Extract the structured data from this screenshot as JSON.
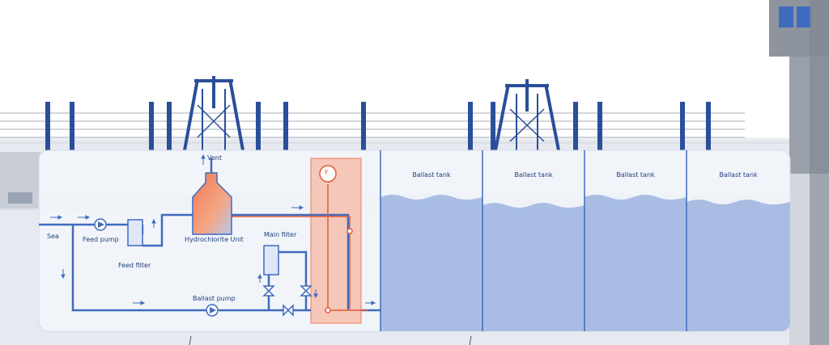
{
  "labels": {
    "vent": "Vent",
    "sea": "Sea",
    "feed_pump": "Feed pump",
    "feed_filter": "Feed filter",
    "hydrochlorite_unit": "Hydrochlorite Unit",
    "main_filter": "Main filter",
    "ballast_pump": "Ballast pump",
    "flow_indicator": "F"
  },
  "tanks": [
    {
      "label": "Ballast tank"
    },
    {
      "label": "Ballast tank"
    },
    {
      "label": "Ballast tank"
    },
    {
      "label": "Ballast tank"
    }
  ],
  "colors": {
    "pipe": "#3f6bbf",
    "pipe_dark": "#27498f",
    "water": "#a9bde4",
    "treatment": "#ee7d5a",
    "crane": "#2a4e9a",
    "hull": "#e9ecf2",
    "rail": "#c4c8cf"
  }
}
